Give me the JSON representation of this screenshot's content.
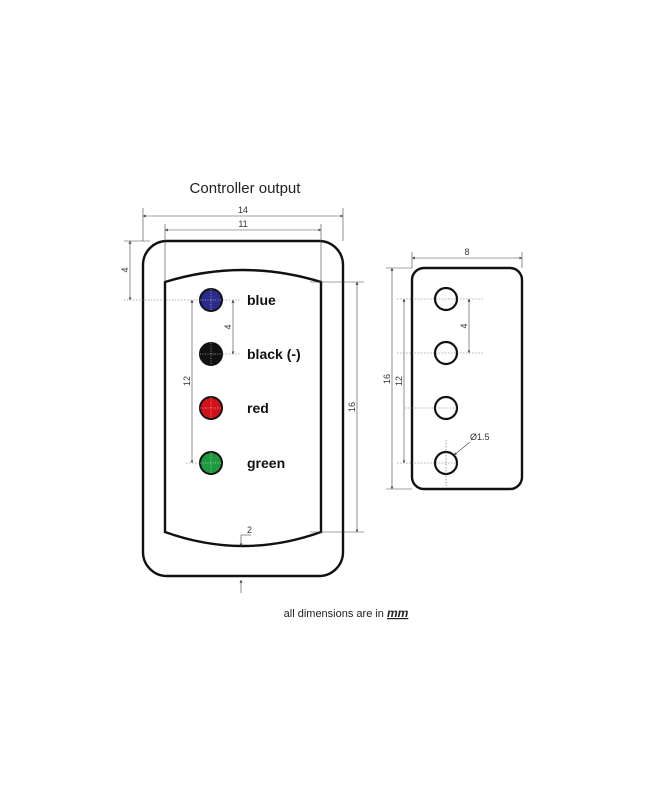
{
  "title": "Controller output",
  "dimensions": {
    "width_outer": "14",
    "width_inner": "11",
    "top_offset": "4",
    "led_spacing": "4",
    "led_span": "12",
    "height": "16",
    "bottom_margin": "2",
    "side_width": "8",
    "side_height": "16",
    "side_span": "12",
    "side_spacing": "4",
    "hole_diameter": "Ø1.5"
  },
  "leds": [
    {
      "label": "blue",
      "color": "#2c2a8c"
    },
    {
      "label": "black (-)",
      "color": "#111111"
    },
    {
      "label": "red",
      "color": "#d4101a"
    },
    {
      "label": "green",
      "color": "#1d9a3e"
    }
  ],
  "note": {
    "text": "all dimensions are in ",
    "unit": "mm"
  }
}
